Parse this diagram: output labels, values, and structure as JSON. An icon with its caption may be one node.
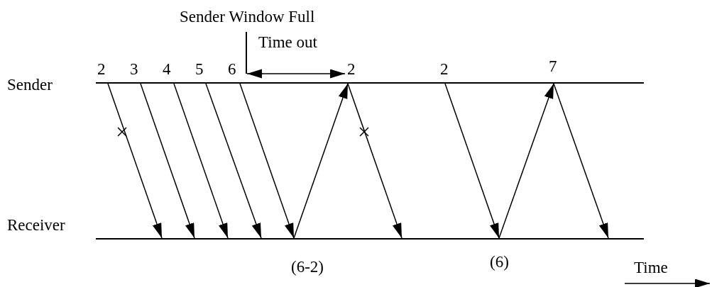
{
  "diagram": {
    "nodes": [
      {
        "text": [],
        "shape": "bar",
        "beside": [
          "Sender"
        ]
      },
      {
        "text": [],
        "shape": "bar",
        "beside": [
          "Receiver"
        ]
      }
    ],
    "edges": [
      {
        "from": 0,
        "to": 1,
        "arrow": "to",
        "label": "2"
      },
      {
        "from": 0,
        "to": 1,
        "arrow": "to",
        "label": "3"
      },
      {
        "from": 0,
        "to": 1,
        "arrow": "to",
        "label": "4"
      },
      {
        "from": 0,
        "to": 1,
        "arrow": "to",
        "label": "5"
      },
      {
        "from": 0,
        "to": 1,
        "arrow": "to",
        "label": "6"
      },
      {
        "from": 1,
        "to": 0,
        "arrow": "to",
        "label": "(6-2)"
      },
      {
        "from": 0,
        "to": 1,
        "arrow": "to",
        "label": "2"
      },
      {
        "from": 0,
        "to": 1,
        "arrow": "to",
        "label": "2"
      },
      {
        "from": 1,
        "to": 0,
        "arrow": "to",
        "label": "(6)"
      },
      {
        "from": 0,
        "to": 1,
        "arrow": "to",
        "label": "7"
      }
    ],
    "labels": [
      "Sender Window Full",
      "Time out",
      "Time"
    ]
  }
}
